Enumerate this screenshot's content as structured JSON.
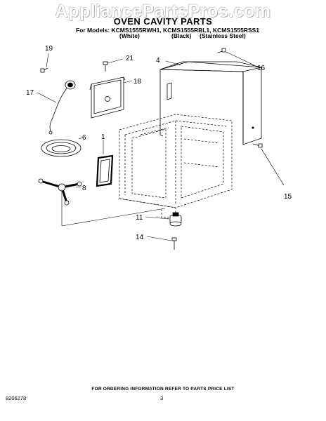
{
  "watermark": "AppliancePartsPros.com",
  "title": "OVEN CAVITY PARTS",
  "models_line": "For Models: KCMS1555RWH1, KCMS1555RBL1, KCMS1555RSS1",
  "colors": {
    "white": "(White)",
    "black": "(Black)",
    "stainless": "(Stainless Steel)"
  },
  "callouts": [
    "19",
    "21",
    "18",
    "17",
    "6",
    "1",
    "8",
    "4",
    "16",
    "15",
    "11",
    "14"
  ],
  "footer": {
    "note": "FOR ORDERING INFORMATION REFER TO PARTS PRICE LIST",
    "doc_number": "8206278",
    "page": "3"
  }
}
